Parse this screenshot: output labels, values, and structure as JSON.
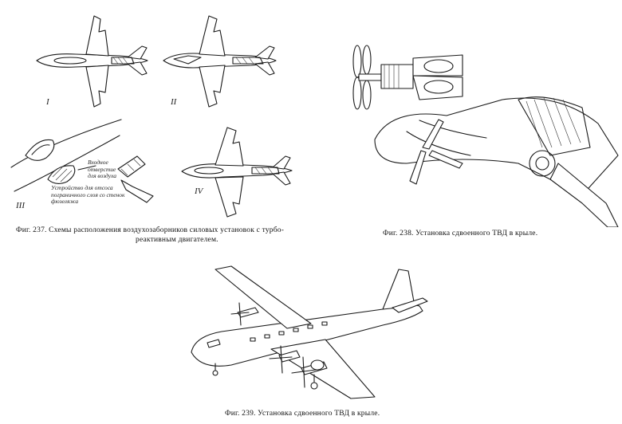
{
  "fig237": {
    "labels": [
      "I",
      "II",
      "III",
      "IV"
    ],
    "note_inlet": [
      "Входное",
      "отверстие",
      "для воздуха"
    ],
    "note_device": [
      "Устройство для отсоса",
      "пограничного слоя со стенок",
      "фюзеляжа"
    ],
    "caption_line1": "Фиг. 237. Схемы расположения воздухозаборников силовых установок с турбо-",
    "caption_line2": "реактивным двигателем."
  },
  "fig238": {
    "caption": "Фиг. 238. Установка сдвоенного ТВД в крыле."
  },
  "fig239": {
    "caption": "Фиг. 239. Установка сдвоенного ТВД в крыле."
  }
}
